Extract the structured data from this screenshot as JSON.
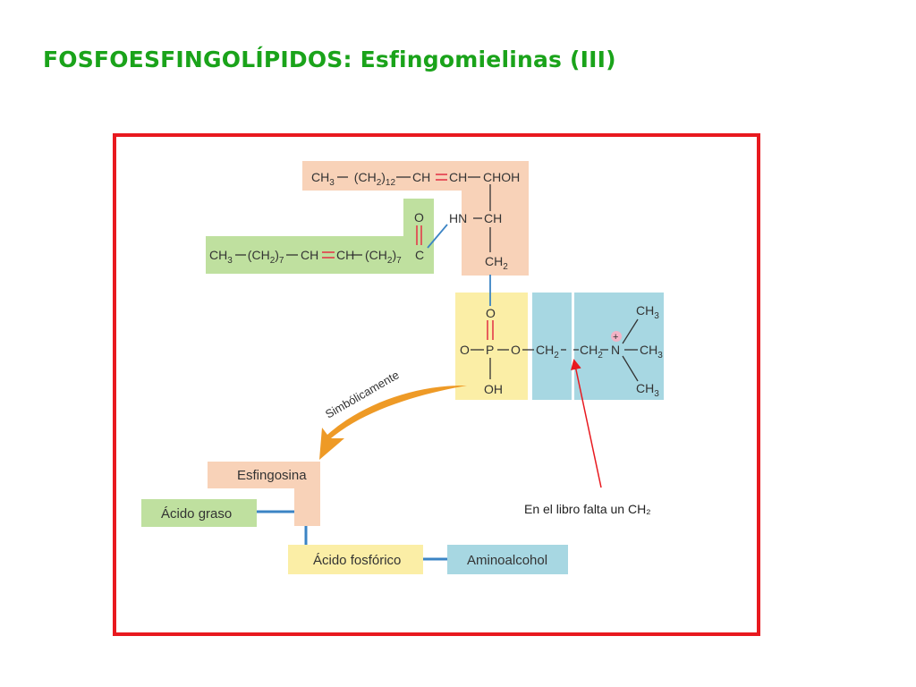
{
  "title": "FOSFOESFINGOLÍPIDOS: Esfingomielinas (III)",
  "molecule": {
    "sphingosine_chain": {
      "ch3": "CH",
      "ch3_sub": "3",
      "ch2": "(CH",
      "ch2_sub": "2",
      "ch2_close": ")",
      "n": "12",
      "ch_a": "CH",
      "ch_b": "CH",
      "choh": "CHOH"
    },
    "amide": {
      "o": "O",
      "hn": "HN",
      "ch": "CH",
      "c": "C",
      "ch2": "CH",
      "ch2_sub": "2"
    },
    "fatty_acid_chain": {
      "ch3": "CH",
      "ch3_sub": "3",
      "ch2a": "(CH",
      "ch2a_sub": "2",
      "close_a": ")",
      "n_a": "7",
      "ch_a": "CH",
      "ch_b": "CH",
      "ch2b": "(CH",
      "ch2b_sub": "2",
      "close_b": ")",
      "n_b": "7"
    },
    "phosphate": {
      "o_top": "O",
      "o_left": "O",
      "p": "P",
      "o_right": "O",
      "oh": "OH"
    },
    "choline": {
      "ch2a": "CH",
      "ch2a_sub": "2",
      "ch2b": "CH",
      "ch2b_sub": "2",
      "n": "N",
      "charge": "+",
      "ch3_top": "CH",
      "ch3_top_sub": "3",
      "ch3_right": "CH",
      "ch3_right_sub": "3",
      "ch3_bottom": "CH",
      "ch3_bottom_sub": "3"
    }
  },
  "arrow_label": "Simbólicamente",
  "scheme": {
    "sphingosine": "Esfingosina",
    "fatty_acid": "Ácido graso",
    "phosphoric_acid": "Ácido fosfórico",
    "aminoalcohol": "Aminoalcohol"
  },
  "annotation": "En el libro falta un CH₂",
  "colors": {
    "title": "#1aa31a",
    "frame": "#e8191f",
    "sphingosine_bg": "#f8d2b8",
    "fatty_acid_bg": "#bfe09f",
    "phosphate_bg": "#fbeea6",
    "choline_bg": "#a7d7e2",
    "arrow": "#ee9a26",
    "double_bond": "#e33a4a",
    "link_bond": "#3b84c4",
    "annotation_arrow": "#e8191f"
  }
}
